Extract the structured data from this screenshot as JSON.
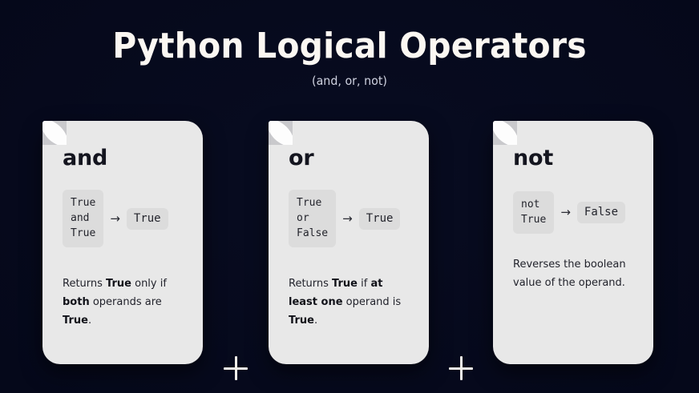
{
  "header": {
    "title": "Python Logical Operators",
    "subtitle": "(and, or, not)"
  },
  "separators": {
    "plus_label": "+"
  },
  "colors": {
    "background": "#05081a",
    "card_bg": "#e8e8e8",
    "code_bg": "#dcdcdc",
    "title_text": "#fbf7f2",
    "subtitle_text": "#cfd2e0",
    "body_text": "#22232c",
    "fold_square": "#c9c9cc",
    "fold_leaf": "#fdfdfd",
    "plus": "#f2efe9"
  },
  "cards": [
    {
      "operator": "and",
      "expression": "True\nand\nTrue",
      "arrow": "→",
      "result": "True",
      "description_parts": [
        {
          "text": "Returns ",
          "bold": false
        },
        {
          "text": "True",
          "bold": true
        },
        {
          "text": " only if ",
          "bold": false
        },
        {
          "text": "both",
          "bold": true
        },
        {
          "text": " operands are ",
          "bold": false
        },
        {
          "text": "True",
          "bold": true
        },
        {
          "text": ".",
          "bold": false
        }
      ],
      "description_plain": "Returns True only if both operands are True."
    },
    {
      "operator": "or",
      "expression": "True\nor\nFalse",
      "arrow": "→",
      "result": "True",
      "description_parts": [
        {
          "text": "Returns ",
          "bold": false
        },
        {
          "text": "True",
          "bold": true
        },
        {
          "text": " if ",
          "bold": false
        },
        {
          "text": "at least one",
          "bold": true
        },
        {
          "text": " operand is ",
          "bold": false
        },
        {
          "text": "True",
          "bold": true
        },
        {
          "text": ".",
          "bold": false
        }
      ],
      "description_plain": "Returns True if at least one operand is True."
    },
    {
      "operator": "not",
      "expression": "not\nTrue",
      "arrow": "→",
      "result": "False",
      "description_parts": [
        {
          "text": "Reverses the boolean value of the operand.",
          "bold": false
        }
      ],
      "description_plain": "Reverses the boolean value of the operand."
    }
  ]
}
